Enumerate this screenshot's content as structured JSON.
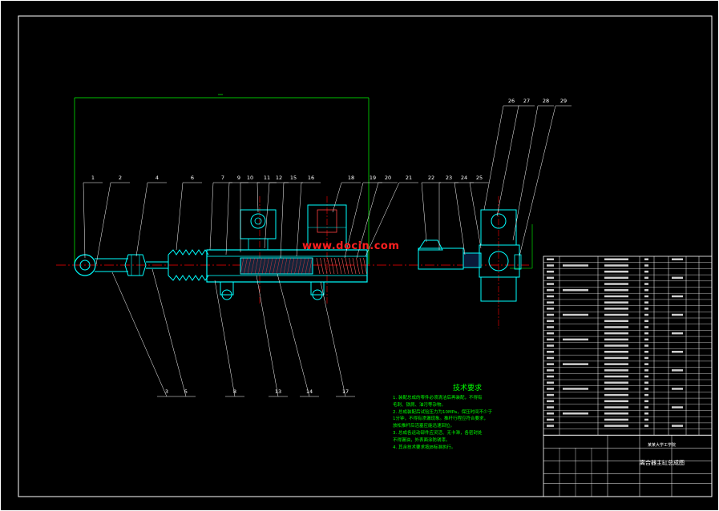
{
  "drawing": {
    "colors": {
      "background": "#000000",
      "frame": "#ffffff",
      "dimension": "#00ff00",
      "centerline": "#ff0000",
      "part_outline": "#00ffff",
      "leader": "#ffffff",
      "watermark": "#ff2020"
    },
    "top_callouts": [
      "1",
      "2",
      "4",
      "6",
      "7",
      "9",
      "10",
      "11",
      "12",
      "15",
      "16",
      "18",
      "19",
      "20",
      "21",
      "22",
      "23",
      "24",
      "25"
    ],
    "bottom_callouts": [
      "3",
      "5",
      "8",
      "13",
      "14",
      "17"
    ],
    "right_callouts": [
      "26",
      "27",
      "28",
      "29"
    ],
    "watermark": "www.docin.com"
  },
  "technical_requirements": {
    "title": "技术要求",
    "lines": [
      "1. 装配总成的零件必须清洁后再装配，不得有",
      "   毛刺、铁屑、油污等杂物。",
      "2. 总成装配后试验压力为10MPa，保压时间不少于",
      "   1分钟，不得有渗漏现象。推杆行程应符合要求，",
      "   放松推杆后活塞应能迅速回位。",
      "3. 总成各运动部件应灵活、无卡滞，各密封处",
      "   不得漏油，外表面涂防锈漆。",
      "4. 其余技术要求按JB标准执行。"
    ]
  },
  "title_block": {
    "drawing_title": "离合器主缸总成图",
    "school": "某某大学工学院"
  }
}
